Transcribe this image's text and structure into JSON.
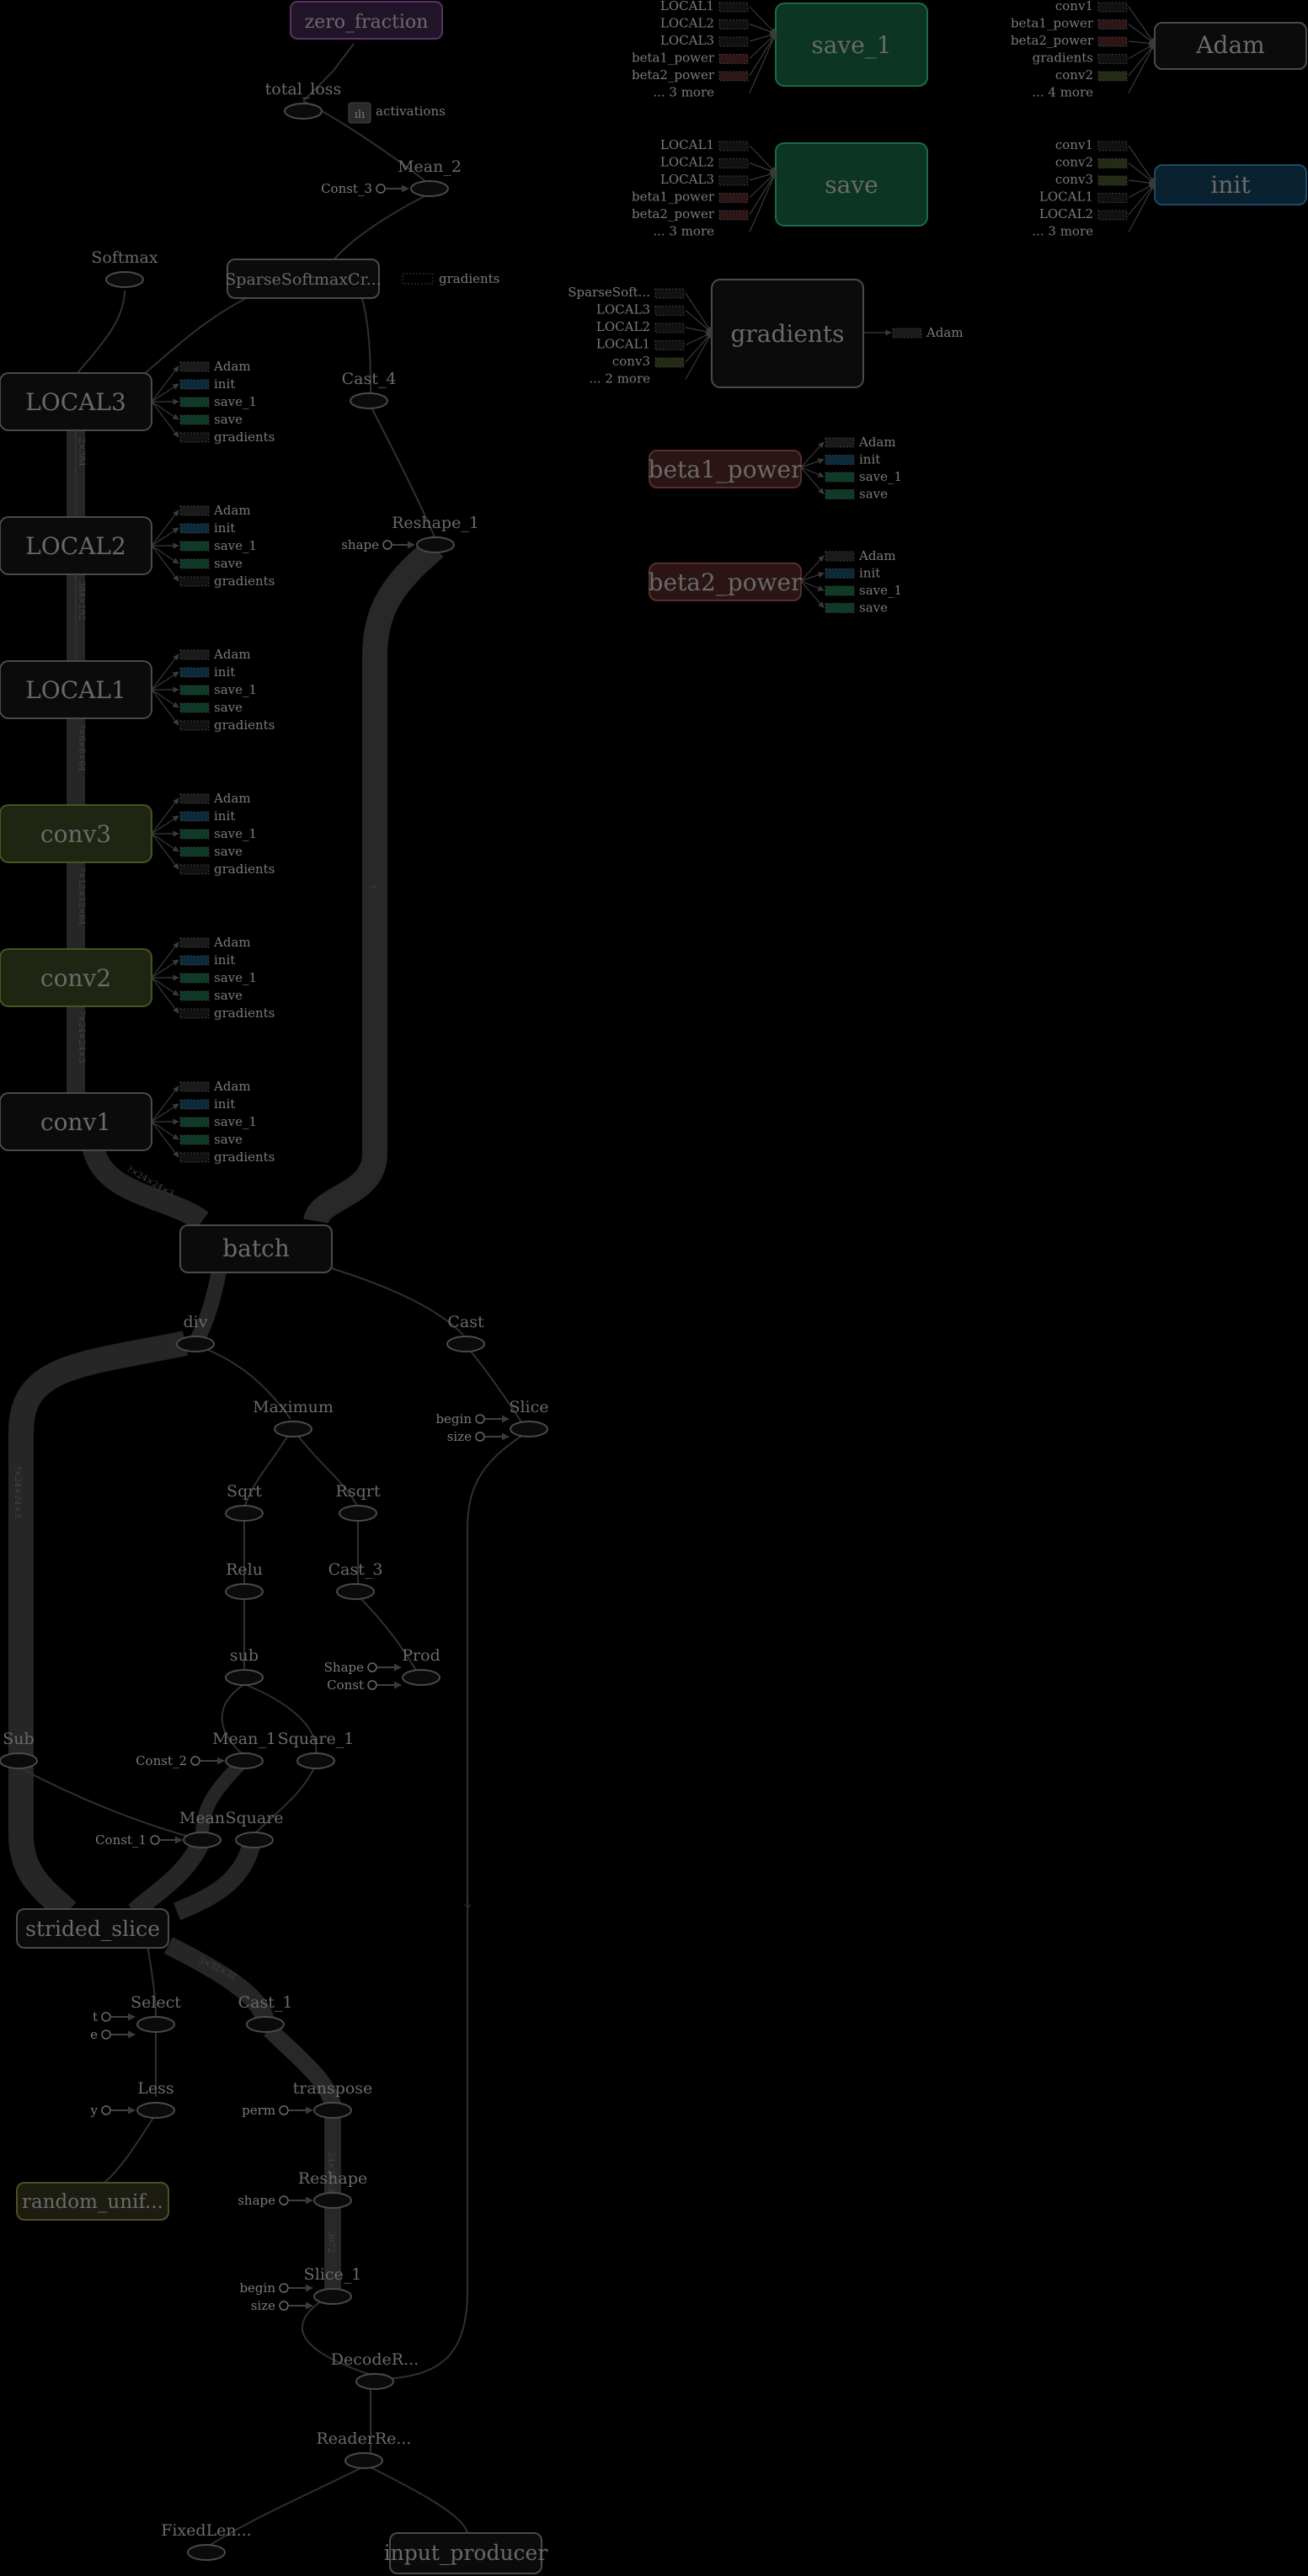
{
  "colors": {
    "background": "#000000",
    "group_fill": "#0b0b0b",
    "group_stroke": "#4a4a4a",
    "conv_fill": "#1e2612",
    "conv_stroke": "#46561f",
    "save_fill": "#0c3524",
    "save_stroke": "#1d6a46",
    "init_fill": "#0a2230",
    "init_stroke": "#1c4a66",
    "var_fill": "#2a1414",
    "var_stroke": "#5a2d2d",
    "summary_fill": "#221428",
    "summary_stroke": "#5a3264",
    "random_fill": "#1c1c10",
    "random_stroke": "#4e4e26",
    "edge": "#2e2e2e",
    "text": "#6a6a6a"
  },
  "groups": {
    "zero_fraction": "zero_fraction",
    "save_1": "save_1",
    "save": "save",
    "adam": "Adam",
    "init": "init",
    "gradients": "gradients",
    "beta1_power": "beta1_power",
    "beta2_power": "beta2_power",
    "local3": "LOCAL3",
    "local2": "LOCAL2",
    "local1": "LOCAL1",
    "conv3": "conv3",
    "conv2": "conv2",
    "conv1": "conv1",
    "batch": "batch",
    "strided_slice": "strided_slice",
    "random_uniform": "random_unif...",
    "input_producer": "input_producer",
    "sparse_softmax": "SparseSoftmaxCr..."
  },
  "ops": {
    "total_loss": "total_loss",
    "activations": "activations",
    "mean_2": "Mean_2",
    "const_3": "Const_3",
    "softmax": "Softmax",
    "gradients_aux": "gradients",
    "cast_4": "Cast_4",
    "reshape_1": "Reshape_1",
    "shape": "shape",
    "div": "div",
    "cast": "Cast",
    "maximum": "Maximum",
    "slice": "Slice",
    "begin": "begin",
    "size": "size",
    "sqrt": "Sqrt",
    "rsqrt": "Rsqrt",
    "relu": "Relu",
    "cast_3": "Cast_3",
    "sub_lower": "sub",
    "prod": "Prod",
    "shape_const": "Shape",
    "const": "Const",
    "sub_upper": "Sub",
    "mean_1": "Mean_1",
    "square_1": "Square_1",
    "const_2": "Const_2",
    "mean": "Mean",
    "square": "Square",
    "const_1": "Const_1",
    "select": "Select",
    "t": "t",
    "e": "e",
    "cast_1": "Cast_1",
    "less": "Less",
    "y": "y",
    "transpose": "transpose",
    "perm": "perm",
    "reshape": "Reshape",
    "slice_1": "Slice_1",
    "decode": "DecodeR...",
    "reader": "ReaderRe...",
    "fixedlen": "FixedLen..."
  },
  "aux_lists": {
    "save_1_inputs": [
      "LOCAL1",
      "LOCAL2",
      "LOCAL3",
      "beta1_power",
      "beta2_power",
      "... 3 more"
    ],
    "save_inputs": [
      "LOCAL1",
      "LOCAL2",
      "LOCAL3",
      "beta1_power",
      "beta2_power",
      "... 3 more"
    ],
    "adam_inputs": [
      "conv1",
      "beta1_power",
      "beta2_power",
      "gradients",
      "conv2",
      "... 4 more"
    ],
    "init_inputs": [
      "conv1",
      "conv2",
      "conv3",
      "LOCAL1",
      "LOCAL2",
      "... 3 more"
    ],
    "gradients_inputs": [
      "SparseSoft...",
      "LOCAL3",
      "LOCAL2",
      "LOCAL1",
      "conv3",
      "... 2 more"
    ],
    "gradients_outputs": [
      "Adam"
    ],
    "layer_outputs": [
      "Adam",
      "init",
      "save_1",
      "save",
      "gradients"
    ],
    "power_outputs": [
      "Adam",
      "init",
      "save_1",
      "save"
    ]
  },
  "edge_labels": {
    "trunk": [
      "2×384",
      "384×192",
      "?×6×6×64",
      "?×12×12×64",
      "?×24×24×3",
      "?×24×24×3"
    ],
    "misc": [
      "?×24×24×3",
      "24×24×3",
      "3×32×32",
      "3072",
      "?",
      "?"
    ]
  }
}
